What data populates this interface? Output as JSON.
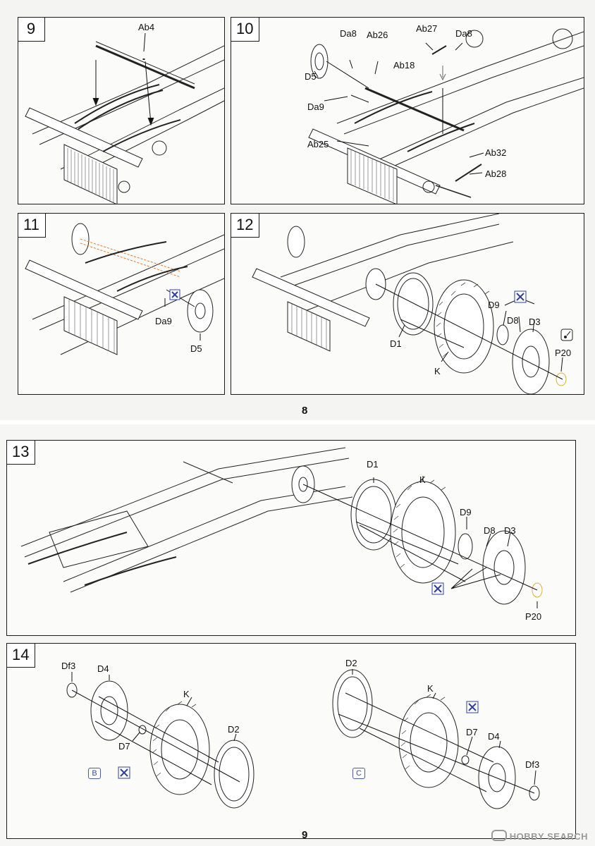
{
  "pages": [
    {
      "page_number": "8",
      "steps": [
        {
          "number": "9",
          "parts": [
            "Ab4"
          ]
        },
        {
          "number": "10",
          "parts": [
            "Da8",
            "Ab26",
            "Ab27",
            "Da8",
            "D5",
            "Ab18",
            "Da9",
            "Ab25",
            "Ab32",
            "Ab28"
          ]
        },
        {
          "number": "11",
          "parts": [
            "Da9",
            "D5"
          ]
        },
        {
          "number": "12",
          "parts": [
            "D9",
            "D8",
            "D3",
            "P20",
            "D1",
            "K"
          ]
        }
      ]
    },
    {
      "page_number": "9",
      "steps": [
        {
          "number": "13",
          "parts": [
            "D1",
            "K",
            "D9",
            "D8",
            "D3",
            "P20"
          ]
        },
        {
          "number": "14",
          "parts": [
            "Df3",
            "D4",
            "K",
            "D2",
            "D7",
            "D2",
            "K",
            "D7",
            "D4",
            "Df3"
          ],
          "variants": [
            "B",
            "C"
          ]
        }
      ]
    }
  ],
  "watermark": {
    "text": "HOBBY SEARCH"
  },
  "icons": [
    "glue-icon",
    "paint-icon",
    "glue-icon",
    "glue-icon",
    "glue-icon",
    "glue-icon"
  ],
  "colors": {
    "line": "#1b1b1b",
    "glue_icon": "#2f3f9a",
    "clear_part": "#d8b23a",
    "guide_line": "#e07a2a"
  }
}
